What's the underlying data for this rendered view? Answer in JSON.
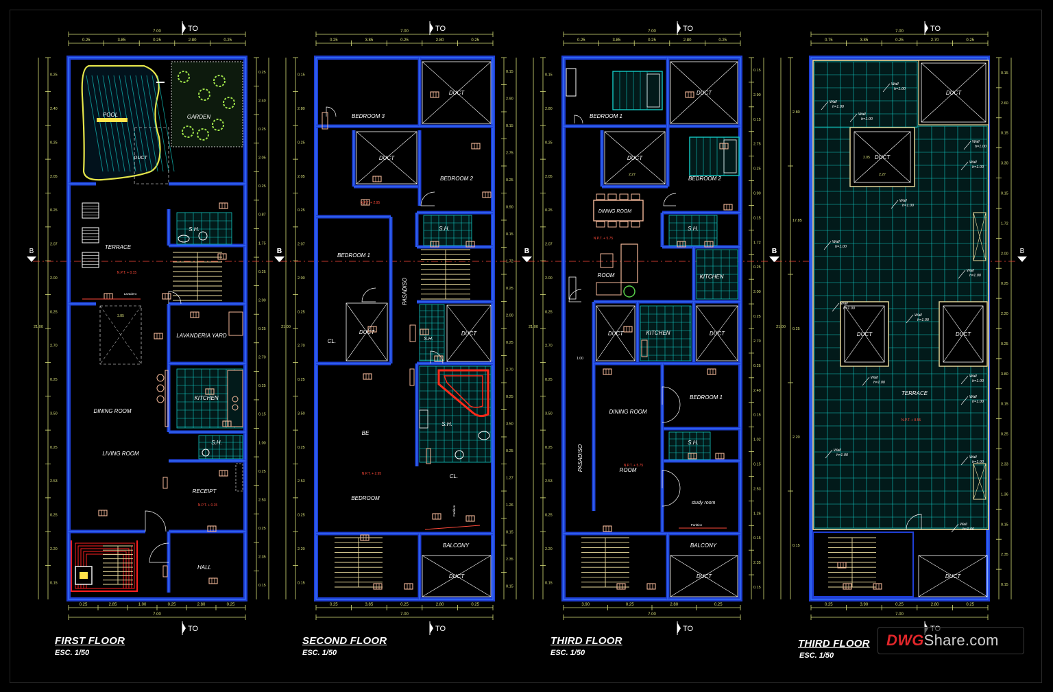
{
  "floors": [
    {
      "title": "FIRST FLOOR",
      "scale": "ESC. 1/50",
      "section_label": "TO",
      "side_label": "B",
      "top_dims": [
        "7.00",
        "0.25",
        "3.85",
        "0.25",
        "2.80",
        "0.25"
      ],
      "bottom_dims": [
        "0.25",
        "2.85",
        "1.00",
        "0.25",
        "2.80",
        "0.25",
        "7.00"
      ],
      "left_dims": [
        "0.25",
        "2.40",
        "0.25",
        "2.05",
        "0.25",
        "2.07",
        "2.00",
        "0.25",
        "2.70",
        "0.25",
        "3.50",
        "0.25",
        "2.53",
        "0.25",
        "2.20",
        "0.15"
      ],
      "right_dims": [
        "0.25",
        "2.40",
        "0.25",
        "2.05",
        "0.25",
        "0.87",
        "1.75",
        "0.25",
        "2.00",
        "0.25",
        "2.70",
        "0.25",
        "0.15",
        "1.00",
        "0.25",
        "2.53",
        "0.25",
        "2.35",
        "0.15"
      ],
      "total_dim": "21.00",
      "rooms": [
        "POOL",
        "GARDEN",
        "DUCT",
        "TERRACE",
        "S.H.",
        "LAVANDERIA YARD",
        "KITCHEN",
        "DINING ROOM",
        "LIVING ROOM",
        "S.H.",
        "RECEIPT",
        "HALL"
      ],
      "level_notes": [
        "N.P.T. + 0.15",
        "N.P.T. + 0.15"
      ],
      "misc": [
        "Lavadero",
        "3.85"
      ]
    },
    {
      "title": "SECOND FLOOR",
      "scale": "ESC. 1/50",
      "section_label": "TO",
      "side_label": "B",
      "top_dims": [
        "7.00",
        "0.25",
        "3.85",
        "0.25",
        "2.80",
        "0.25"
      ],
      "bottom_dims": [
        "0.25",
        "3.85",
        "0.25",
        "2.80",
        "0.25",
        "7.00"
      ],
      "left_dims": [
        "0.15",
        "2.80",
        "0.25",
        "2.05",
        "0.25",
        "2.07",
        "2.00",
        "0.25",
        "2.70",
        "0.25",
        "3.50",
        "0.25",
        "2.53",
        "0.25",
        "2.20",
        "0.15"
      ],
      "right_dims": [
        "0.15",
        "2.90",
        "0.15",
        "2.75",
        "0.25",
        "0.90",
        "0.15",
        "1.72",
        "0.25",
        "2.00",
        "0.25",
        "2.70",
        "0.25",
        "3.50",
        "0.25",
        "1.27",
        "1.26",
        "0.15",
        "2.35",
        "0.15"
      ],
      "total_dim": "21.00",
      "rooms": [
        "BEDROOM 3",
        "DUCT",
        "DUCT",
        "BEDROOM 2",
        "BEDROOM 1",
        "S.H.",
        "PASADISO",
        "DUCT",
        "DUCT",
        "CL.",
        "S.H.",
        "BE",
        "S.H.",
        "CL.",
        "BEDROOM",
        "BALCONY",
        "DUCT"
      ],
      "level_notes": [
        "N.P.T. + 2.95",
        "N.P.T. + 2.95"
      ],
      "misc": [
        "Partition"
      ]
    },
    {
      "title": "THIRD FLOOR",
      "scale": "ESC. 1/50",
      "section_label": "TO",
      "side_label": "B",
      "top_dims": [
        "7.00",
        "0.25",
        "3.85",
        "0.25",
        "2.80",
        "0.25"
      ],
      "bottom_dims": [
        "3.90",
        "0.25",
        "2.80",
        "0.25",
        "7.00"
      ],
      "left_dims": [
        "0.15",
        "2.80",
        "0.25",
        "2.05",
        "0.25",
        "2.07",
        "2.00",
        "0.25",
        "2.70",
        "0.25",
        "3.50",
        "0.25",
        "2.53",
        "0.25",
        "2.20",
        "0.15"
      ],
      "right_dims": [
        "0.15",
        "2.90",
        "0.15",
        "2.75",
        "0.25",
        "0.90",
        "0.15",
        "1.72",
        "0.25",
        "2.00",
        "0.25",
        "2.70",
        "0.25",
        "2.40",
        "0.15",
        "1.02",
        "0.15",
        "2.53",
        "1.26",
        "0.15",
        "2.35",
        "0.15"
      ],
      "total_dim": "21.00",
      "rooms": [
        "BEDROOM 1",
        "DUCT",
        "DUCT",
        "BEDROOM 2",
        "DINING ROOM",
        "S.H.",
        "ROOM",
        "KITCHEN",
        "DUCT",
        "KITCHEN",
        "DUCT",
        "DINING ROOM",
        "BEDROOM 1",
        "PASADISO",
        "ROOM",
        "S.H.",
        "study room",
        "BALCONY",
        "DUCT"
      ],
      "level_notes": [
        "N.P.T. + 5.75",
        "N.P.T. + 5.75"
      ],
      "misc": [
        "Partition",
        "1.00",
        "2.27"
      ]
    },
    {
      "title": "THIRD FLOOR",
      "scale": "ESC. 1/50",
      "section_label": "TO",
      "side_label": "B",
      "top_dims": [
        "7.00",
        "0.75",
        "3.85",
        "0.25",
        "2.70",
        "0.25"
      ],
      "bottom_dims": [
        "0.25",
        "3.90",
        "0.25",
        "2.80",
        "0.25",
        "7.00"
      ],
      "left_dims": [
        "2.80",
        "17.85",
        "0.25",
        "2.20",
        "0.15"
      ],
      "right_dims": [
        "0.15",
        "2.60",
        "0.15",
        "3.30",
        "0.15",
        "1.72",
        "2.00",
        "0.25",
        "2.20",
        "0.25",
        "3.80",
        "0.15",
        "0.25",
        "2.33",
        "1.36",
        "0.15",
        "2.35",
        "0.15"
      ],
      "total_dim": "21.00",
      "rooms": [
        "DUCT",
        "DUCT",
        "DUCT",
        "DUCT",
        "TERRACE",
        "DUCT"
      ],
      "level_notes": [
        "N.P.T. + 8.55"
      ],
      "wall_note": "Wall",
      "wall_height": "h=1.00",
      "misc": [
        "2.27",
        "2.05"
      ]
    }
  ],
  "watermark": {
    "brand_red": "DWG",
    "brand_grey": "Share.com"
  },
  "colors": {
    "background": "#000000",
    "wall_outer": "#1f3fd6",
    "wall_inner": "#3a7cff",
    "dimension": "#d9e07a",
    "room_text": "#ffffff",
    "furniture": "#f5b99a",
    "tile": "#13c9c4",
    "pool_red": "#ff2a1a",
    "note_red": "#ff4a3a",
    "wall_yellow": "#f0e0a0",
    "brand_red": "#e0262a"
  }
}
